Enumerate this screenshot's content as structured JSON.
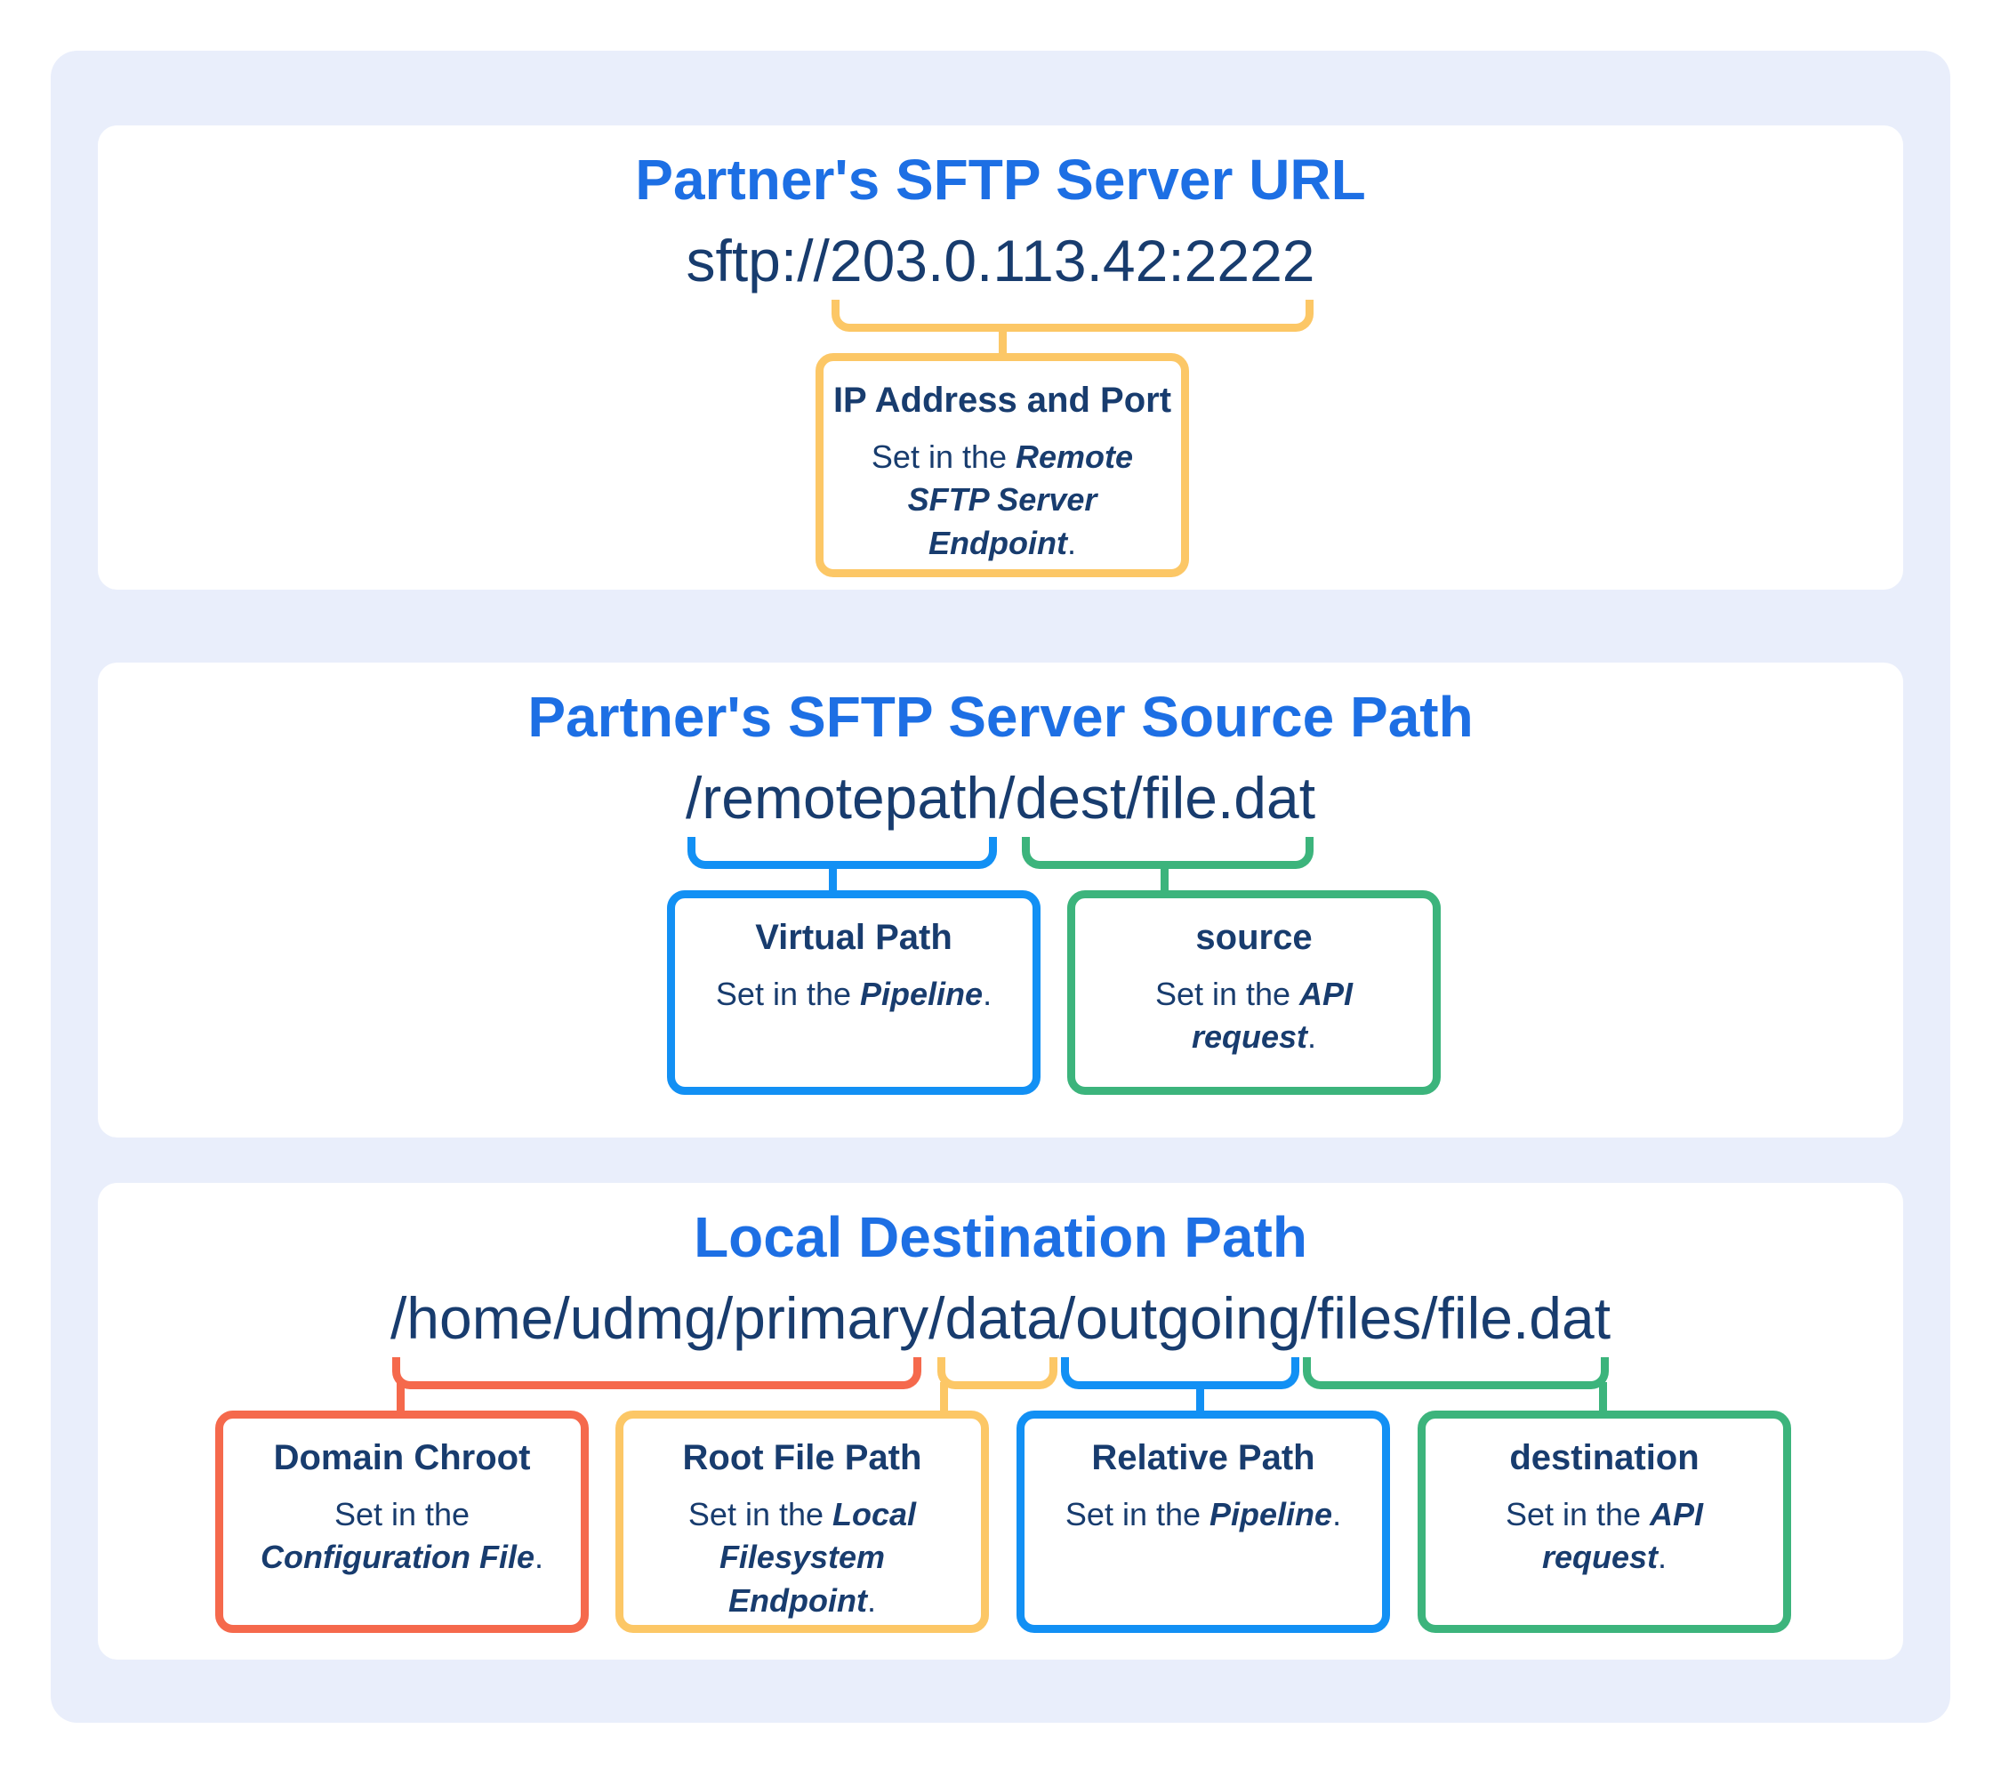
{
  "colors": {
    "page_background": "#ffffff",
    "panel_background": "#e9eefb",
    "card_background": "#ffffff",
    "title_blue": "#1d6fe4",
    "text_navy": "#183c6e",
    "accent_yellow": "#fcc766",
    "accent_red": "#f5694c",
    "accent_blue": "#1290f4",
    "accent_green": "#3cb47c"
  },
  "sections": [
    {
      "title": "Partner's SFTP Server URL",
      "path_segments": [
        {
          "text": "sftp://",
          "bracket": null
        },
        {
          "text": "203.0.113.42:2222",
          "bracket": "yellow"
        }
      ],
      "boxes": [
        {
          "heading": "IP Address and Port",
          "desc_prefix": "Set in the ",
          "desc_strong": "Remote SFTP Server Endpoint",
          "desc_suffix": ".",
          "color": "yellow"
        }
      ]
    },
    {
      "title": "Partner's SFTP Server Source Path",
      "path_segments": [
        {
          "text": "/remotepath",
          "bracket": "blue"
        },
        {
          "text": "/dest/file.dat",
          "bracket": "green"
        }
      ],
      "boxes": [
        {
          "heading": "Virtual Path",
          "desc_prefix": "Set in the ",
          "desc_strong": "Pipeline",
          "desc_suffix": ".",
          "color": "blue"
        },
        {
          "heading": "source",
          "desc_prefix": "Set in the ",
          "desc_strong": "API request",
          "desc_suffix": ".",
          "color": "green"
        }
      ]
    },
    {
      "title": "Local Destination Path",
      "path_segments": [
        {
          "text": "/home/udmg/primary",
          "bracket": "red"
        },
        {
          "text": "/data",
          "bracket": "yellow"
        },
        {
          "text": "/outgoing",
          "bracket": "blue"
        },
        {
          "text": "/files/file.dat",
          "bracket": "green"
        }
      ],
      "boxes": [
        {
          "heading": "Domain Chroot",
          "desc_prefix": "Set in the ",
          "desc_strong": "Configuration File",
          "desc_suffix": ".",
          "color": "red"
        },
        {
          "heading": "Root File Path",
          "desc_prefix": "Set in the ",
          "desc_strong": "Local Filesystem Endpoint",
          "desc_suffix": ".",
          "color": "yellow"
        },
        {
          "heading": "Relative Path",
          "desc_prefix": "Set in the ",
          "desc_strong": "Pipeline",
          "desc_suffix": ".",
          "color": "blue"
        },
        {
          "heading": "destination",
          "desc_prefix": "Set in the ",
          "desc_strong": "API request",
          "desc_suffix": ".",
          "color": "green"
        }
      ]
    }
  ]
}
